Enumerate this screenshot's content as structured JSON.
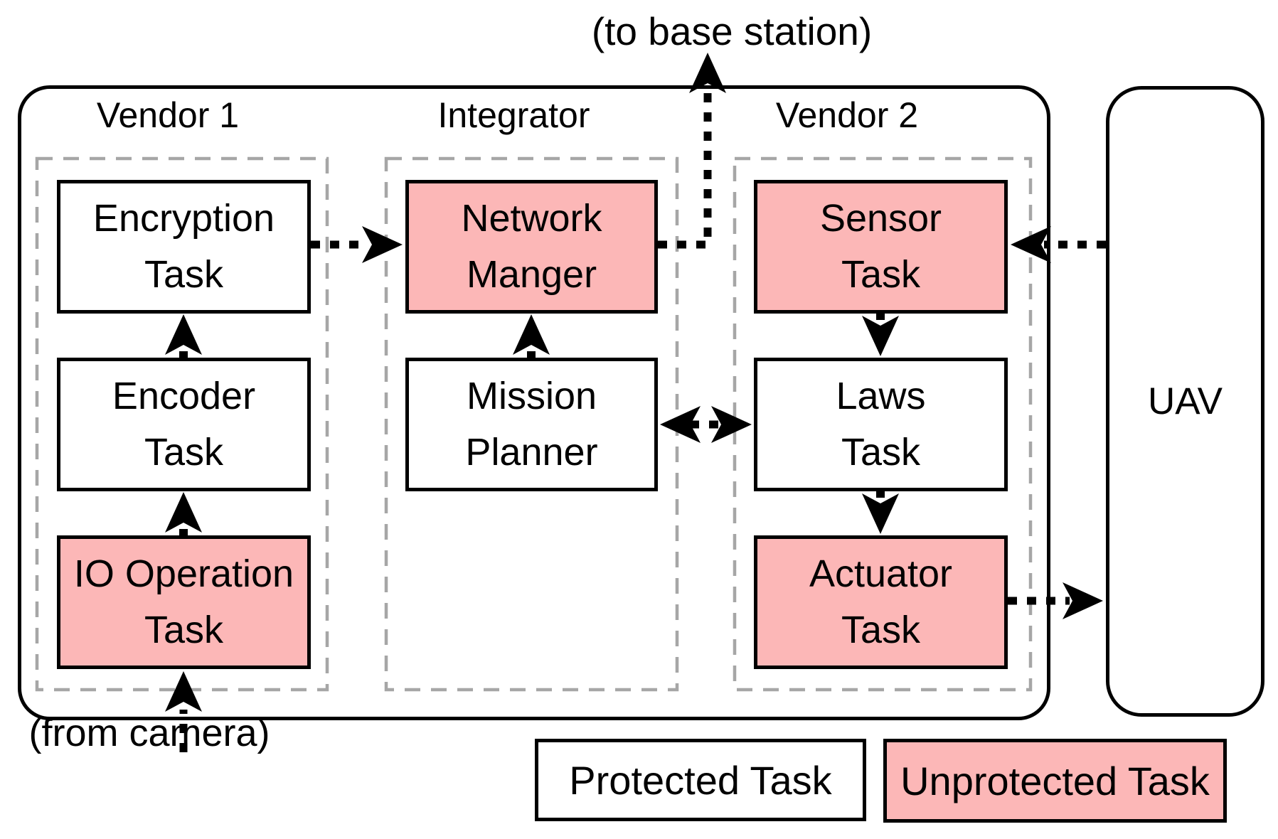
{
  "annotations": {
    "to_base_station": "(to base station)",
    "from_camera": "(from camera)"
  },
  "groups": [
    {
      "id": "vendor1",
      "label": "Vendor 1",
      "tasks": [
        {
          "id": "encryption",
          "lines": [
            "Encryption",
            "Task"
          ],
          "type": "protected",
          "col": 0,
          "row": 0
        },
        {
          "id": "encoder",
          "lines": [
            "Encoder",
            "Task"
          ],
          "type": "protected",
          "col": 0,
          "row": 1
        },
        {
          "id": "io_operation",
          "lines": [
            "IO Operation",
            "Task"
          ],
          "type": "unprotected",
          "col": 0,
          "row": 2
        }
      ]
    },
    {
      "id": "integrator",
      "label": "Integrator",
      "tasks": [
        {
          "id": "network_manager",
          "lines": [
            "Network",
            "Manger"
          ],
          "type": "unprotected",
          "col": 1,
          "row": 0
        },
        {
          "id": "mission_planner",
          "lines": [
            "Mission",
            "Planner"
          ],
          "type": "protected",
          "col": 1,
          "row": 1
        }
      ]
    },
    {
      "id": "vendor2",
      "label": "Vendor 2",
      "tasks": [
        {
          "id": "sensor",
          "lines": [
            "Sensor",
            "Task"
          ],
          "type": "unprotected",
          "col": 2,
          "row": 0
        },
        {
          "id": "laws",
          "lines": [
            "Laws",
            "Task"
          ],
          "type": "protected",
          "col": 2,
          "row": 1
        },
        {
          "id": "actuator",
          "lines": [
            "Actuator",
            "Task"
          ],
          "type": "unprotected",
          "col": 2,
          "row": 2
        }
      ]
    }
  ],
  "uav": {
    "label": "UAV"
  },
  "legend": {
    "items": [
      {
        "label": "Protected Task",
        "type": "protected"
      },
      {
        "label": "Unprotected Task",
        "type": "unprotected"
      }
    ]
  },
  "edges": [
    {
      "from": "camera",
      "to": "io_operation",
      "style": "dotted"
    },
    {
      "from": "io_operation",
      "to": "encoder",
      "style": "solid"
    },
    {
      "from": "encoder",
      "to": "encryption",
      "style": "solid"
    },
    {
      "from": "encryption",
      "to": "network_manager",
      "style": "dotted"
    },
    {
      "from": "mission_planner",
      "to": "network_manager",
      "style": "solid"
    },
    {
      "from": "network_manager",
      "to": "base_station",
      "style": "dotted"
    },
    {
      "from": "mission_planner",
      "to": "laws",
      "style": "dotted",
      "bidirectional": true
    },
    {
      "from": "sensor",
      "to": "laws",
      "style": "solid"
    },
    {
      "from": "laws",
      "to": "actuator",
      "style": "solid"
    },
    {
      "from": "uav",
      "to": "sensor",
      "style": "dotted"
    },
    {
      "from": "actuator",
      "to": "uav",
      "style": "dotted"
    }
  ],
  "colors": {
    "unprotected_fill": "#FCB7B7",
    "protected_fill": "#FFFFFF",
    "boundary_dash": "#A6A6A6",
    "line": "#000000"
  }
}
